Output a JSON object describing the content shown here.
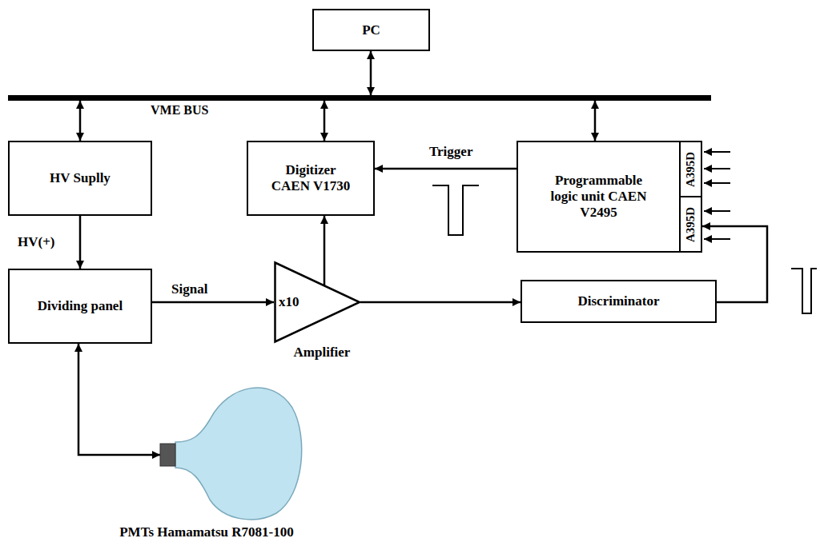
{
  "diagram": {
    "nodes": [
      {
        "text": [
          "PC"
        ]
      },
      {
        "text": [
          "VME BUS"
        ]
      },
      {
        "text": [
          "HV Suplly"
        ]
      },
      {
        "text": [
          "Digitizer CAEN V1730"
        ]
      },
      {
        "text": [
          "Programmable logic unit CAEN V2495"
        ]
      },
      {
        "text": [
          "A395D"
        ],
        "in": 4
      },
      {
        "text": [
          "A395D"
        ],
        "in": 4
      },
      {
        "text": [
          "Dividing panel"
        ]
      },
      {
        "text": [
          "x10",
          "Amplifier"
        ]
      },
      {
        "text": [
          "Discriminator"
        ]
      },
      {
        "text": [
          "PMTs Hamamatsu R7081-100"
        ]
      }
    ],
    "edges": [
      {
        "from": 0,
        "to": 1,
        "arrow": "both"
      },
      {
        "from": 1,
        "to": 2,
        "arrow": "both"
      },
      {
        "from": 1,
        "to": 3,
        "arrow": "both"
      },
      {
        "from": 1,
        "to": 4,
        "arrow": "both"
      },
      {
        "from": 4,
        "to": 3,
        "label": "Trigger",
        "arrow": "to"
      },
      {
        "from": 2,
        "to": 7,
        "label": "HV(+)",
        "arrow": "to"
      },
      {
        "from": 7,
        "to": 8,
        "label": "Signal",
        "arrow": "to"
      },
      {
        "from": 8,
        "to": 3,
        "arrow": "to"
      },
      {
        "from": 8,
        "to": 9,
        "arrow": "to"
      },
      {
        "from": 9,
        "to": 6,
        "arrow": "to"
      },
      {
        "from": 7,
        "to": 10,
        "arrow": "both"
      }
    ]
  }
}
